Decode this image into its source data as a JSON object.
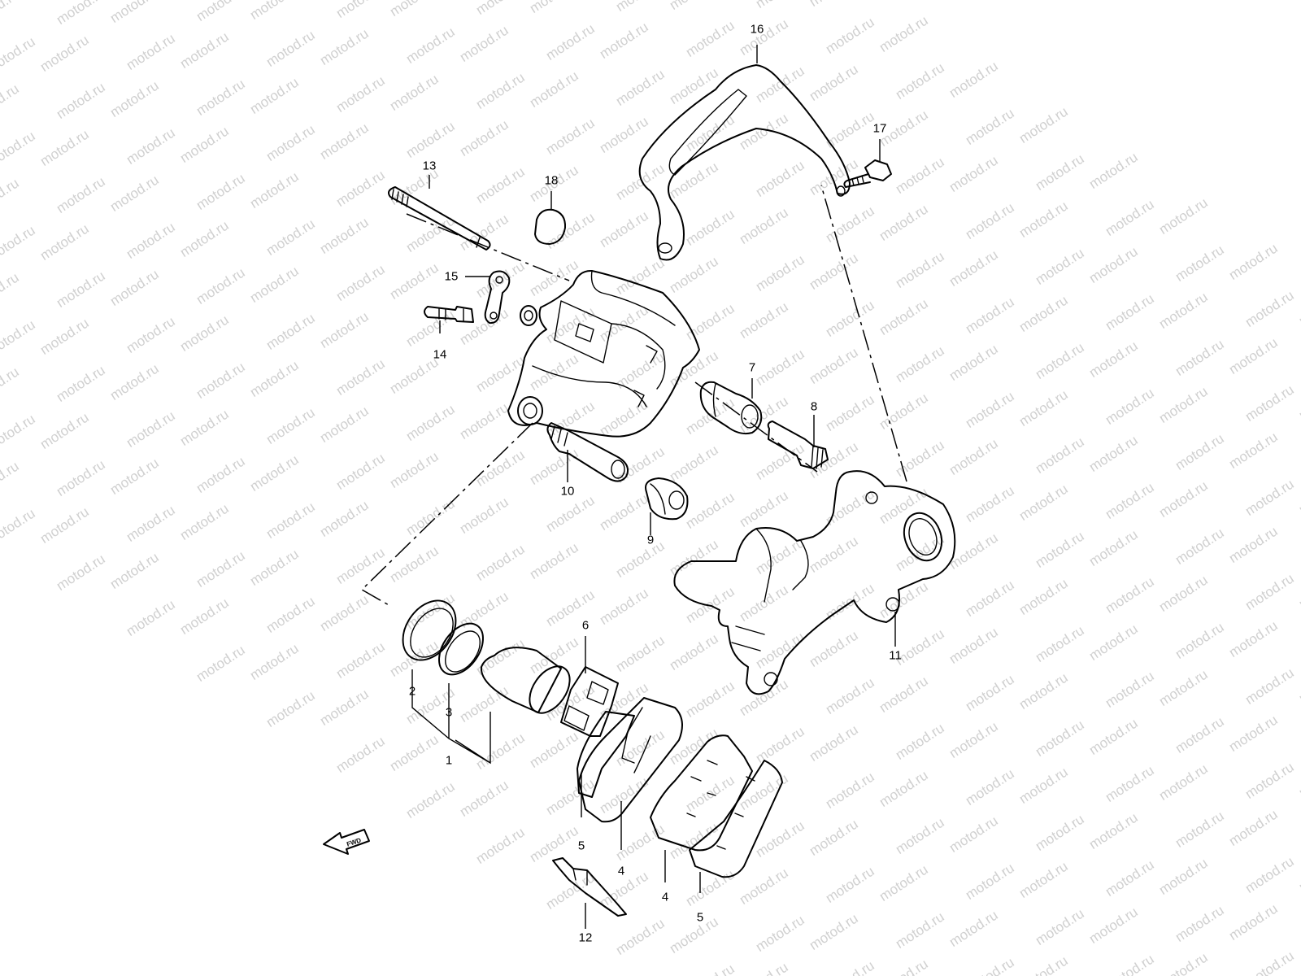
{
  "watermark": "motod.ru",
  "fwd_label": "FWD",
  "callouts": [
    {
      "id": "c1",
      "label": "1"
    },
    {
      "id": "c2",
      "label": "2"
    },
    {
      "id": "c3",
      "label": "3"
    },
    {
      "id": "c4a",
      "label": "4"
    },
    {
      "id": "c4b",
      "label": "4"
    },
    {
      "id": "c5a",
      "label": "5"
    },
    {
      "id": "c5b",
      "label": "5"
    },
    {
      "id": "c6",
      "label": "6"
    },
    {
      "id": "c7",
      "label": "7"
    },
    {
      "id": "c8",
      "label": "8"
    },
    {
      "id": "c9",
      "label": "9"
    },
    {
      "id": "c10",
      "label": "10"
    },
    {
      "id": "c11",
      "label": "11"
    },
    {
      "id": "c12",
      "label": "12"
    },
    {
      "id": "c13",
      "label": "13"
    },
    {
      "id": "c14",
      "label": "14"
    },
    {
      "id": "c15",
      "label": "15"
    },
    {
      "id": "c16",
      "label": "16"
    },
    {
      "id": "c17",
      "label": "17"
    },
    {
      "id": "c18",
      "label": "18"
    }
  ]
}
